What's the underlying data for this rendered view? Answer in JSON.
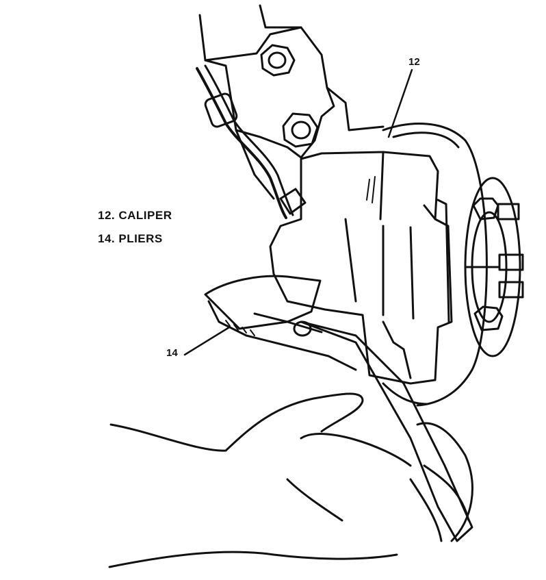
{
  "legend": {
    "items": [
      {
        "number": "12",
        "label": "12. CALIPER"
      },
      {
        "number": "14",
        "label": "14. PLIERS"
      }
    ]
  },
  "callouts": {
    "caliper": "12",
    "pliers": "14"
  },
  "colors": {
    "ink": "#111111",
    "paper": "#ffffff"
  }
}
